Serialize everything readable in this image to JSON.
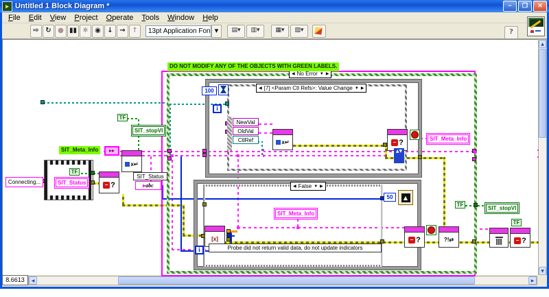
{
  "window": {
    "title": "Untitled 1 Block Diagram *",
    "minimize": "−",
    "maximize": "❐",
    "close": "✕"
  },
  "menu": {
    "items": [
      "File",
      "Edit",
      "View",
      "Project",
      "Operate",
      "Tools",
      "Window",
      "Help"
    ]
  },
  "toolbar": {
    "run_buttons": [
      {
        "name": "run-button",
        "glyph": "⇨"
      },
      {
        "name": "run-continuous-button",
        "glyph": "↻"
      },
      {
        "name": "abort-button",
        "glyph": "●",
        "dim": true
      },
      {
        "name": "pause-button",
        "glyph": "▮▮"
      },
      {
        "name": "highlight-execution-button",
        "glyph": "☼"
      },
      {
        "name": "retain-wire-values-button",
        "glyph": "◉"
      },
      {
        "name": "step-into-button",
        "glyph": "↓"
      },
      {
        "name": "step-over-button",
        "glyph": "→"
      },
      {
        "name": "step-out-button",
        "glyph": "↑",
        "dim": true
      }
    ],
    "font_selector": {
      "value": "13pt Application Font",
      "dropdown": "▼"
    },
    "layout_buttons": [
      {
        "name": "align-objects-button",
        "glyph": "▤▾"
      },
      {
        "name": "distribute-objects-button",
        "glyph": "▥▾"
      },
      {
        "name": "resize-objects-button",
        "glyph": "▦▾"
      },
      {
        "name": "reorder-button",
        "glyph": "▧▾"
      }
    ],
    "help_label": "?"
  },
  "statusbar": {
    "scale_value": "8.6613"
  },
  "scrollbars": {
    "h_left": "◀",
    "h_right": "▶",
    "v_up": "▲",
    "v_down": "▼"
  },
  "diagram": {
    "warning_label": "DO NOT MODIFY ANY OF THE OBJECTS WITH GREEN LABELS.",
    "selectors": {
      "no_error": {
        "prev": "◀",
        "label": "No Error",
        "dropdown": "▼",
        "next": "▶"
      },
      "event": {
        "prev": "◀",
        "label": "[7] <Param Ctl Refs>: Value Change",
        "dropdown": "▼",
        "next": "▶"
      },
      "false_case": {
        "prev": "◀",
        "label": "False",
        "dropdown": "▼",
        "next": "▶"
      }
    },
    "constants": {
      "event_timeout_ms": "100",
      "wait_ms": "50",
      "bool_true": "TF"
    },
    "event_fields": [
      "NewVal",
      "OldVal",
      "CtlRef"
    ],
    "iteration_terminal": "i",
    "probe_note": "Probe did not return valid data, do not update indicators",
    "labels": {
      "sit_meta_info": "SIT_Meta_Info",
      "sit_status": "SIT_Status",
      "sit_stopvi": "SIT_stopVI",
      "connecting": "Connecting...",
      "property_value": "abc",
      "property_arrow": "▸",
      "ref_glyph": "▸▸"
    },
    "vi_glyphs": {
      "question": "?",
      "no_sign": "−",
      "flush": "?!⇄",
      "index": "[x]",
      "subvi": "x↵",
      "metronome": "▲",
      "up_down": "▲▼"
    }
  }
}
